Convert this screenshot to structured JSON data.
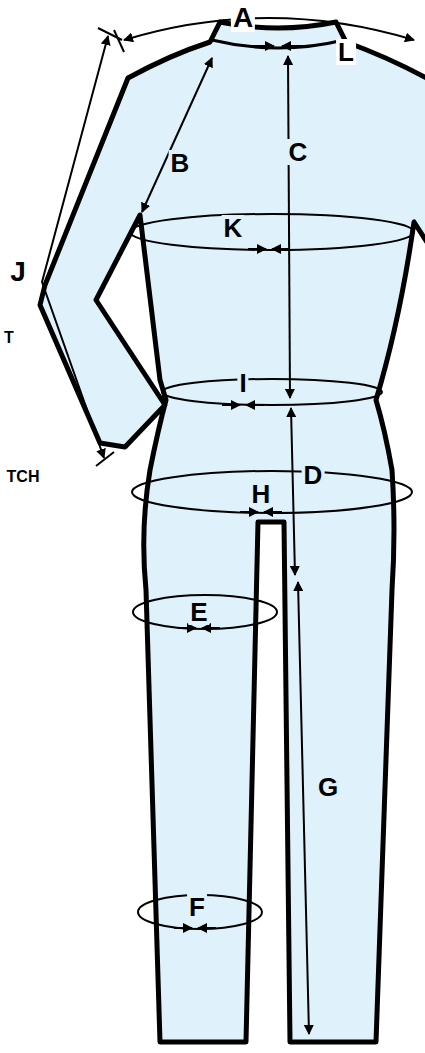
{
  "diagram": {
    "labels": [
      "A",
      "L",
      "B",
      "C",
      "K",
      "J",
      "T",
      "I",
      "TCH",
      "D",
      "H",
      "E",
      "G",
      "F"
    ]
  }
}
